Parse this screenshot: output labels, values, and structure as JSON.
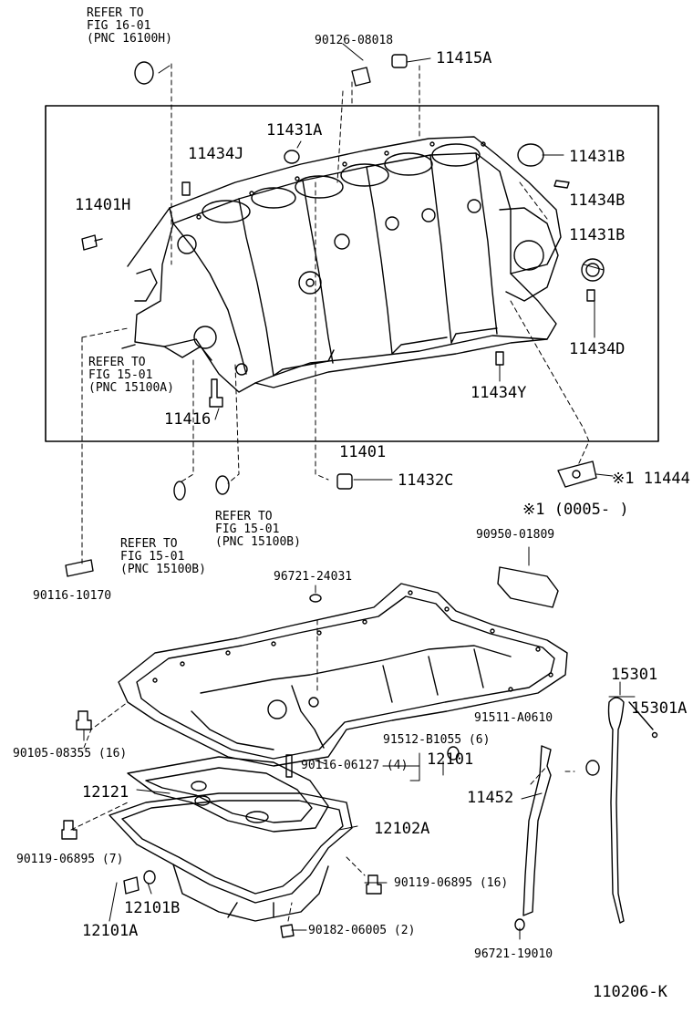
{
  "refs": {
    "fig16": {
      "line1": "REFER TO",
      "line2": "FIG 16-01",
      "line3": "(PNC 16100H)"
    },
    "fig15a": {
      "line1": "REFER TO",
      "line2": "FIG 15-01",
      "line3": "(PNC 15100A)"
    },
    "fig15b_right": {
      "line1": "REFER TO",
      "line2": "FIG 15-01",
      "line3": "(PNC 15100B)"
    },
    "fig15b_left": {
      "line1": "REFER TO",
      "line2": "FIG 15-01",
      "line3": "(PNC 15100B)"
    }
  },
  "parts": {
    "p90126": "90126-08018",
    "p11415A": "11415A",
    "p11431A": "11431A",
    "p11434J": "11434J",
    "p11431B_top": "11431B",
    "p11434B": "11434B",
    "p11401H": "11401H",
    "p11431B_mid": "11431B",
    "p11434D": "11434D",
    "p11434Y": "11434Y",
    "p11416": "11416",
    "p11401": "11401",
    "p11432C": "11432C",
    "p11444": "※1 11444",
    "note_range": "※1 (0005-        )",
    "p90950": "90950-01809",
    "p90116_10170": "90116-10170",
    "p96721_24031": "96721-24031",
    "p15301": "15301",
    "p15301A": "15301A",
    "p90105": "90105-08355 (16)",
    "p91512": "91512-B1055 (6)",
    "p91511": "91511-A0610",
    "p90116_06127": "90116-06127 (4)",
    "p12101": "12101",
    "p12121": "12121",
    "p11452": "11452",
    "p12102A": "12102A",
    "p90119_left": "90119-06895 (7)",
    "p90119_right": "90119-06895 (16)",
    "p12101B": "12101B",
    "p12101A": "12101A",
    "p90182": "90182-06005 (2)",
    "p96721_19010": "96721-19010"
  },
  "figure_code": "110206-K"
}
